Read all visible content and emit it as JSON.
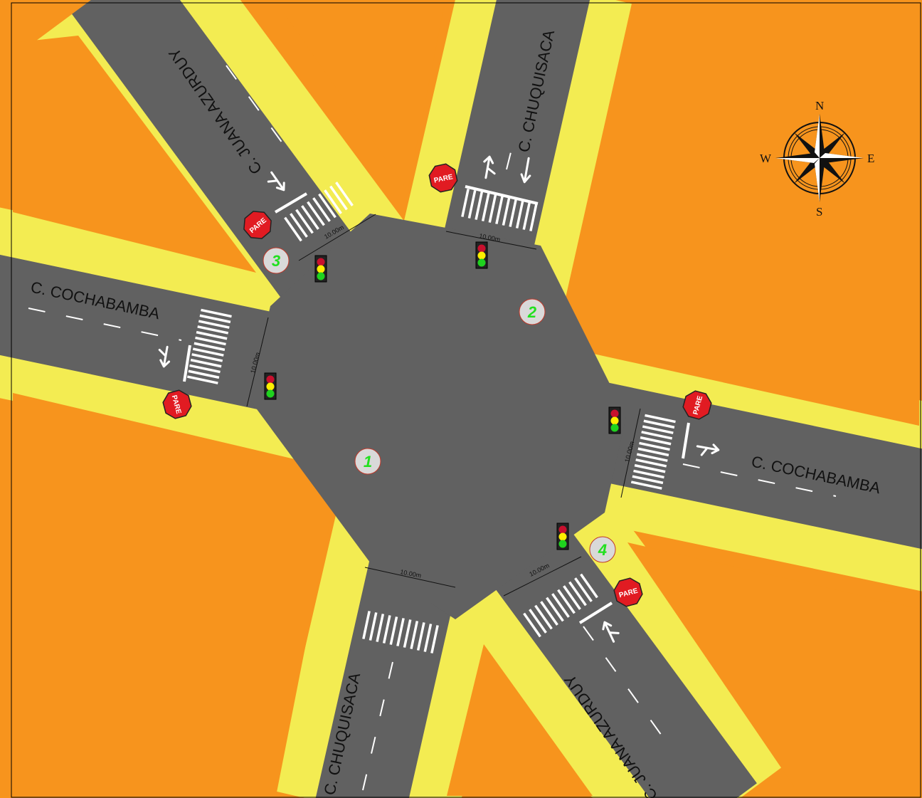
{
  "colors": {
    "block": "#f7941d",
    "sidewalk": "#f3ec52",
    "road": "#616161",
    "marking": "#ffffff",
    "stop_sign": "#e11b22",
    "point_label": "#22e01f",
    "point_fill": "#d9d9d9",
    "point_ring": "#c0392b"
  },
  "streets": {
    "cochabamba_west": "C. COCHABAMBA",
    "cochabamba_east": "C. COCHABAMBA",
    "chuquisaca_north": "C. CHUQUISACA",
    "chuquisaca_south": "C. CHUQUISACA",
    "juana_north": "C. JUANA AZURDUY",
    "juana_south": "C. JUANA AZURDUY"
  },
  "dimensions": [
    "10.00m",
    "10.00m",
    "10.00m",
    "10.00m",
    "10.00m",
    "10.00m"
  ],
  "points": [
    "1",
    "2",
    "3",
    "4"
  ],
  "stop_sign_text": "PARE",
  "compass": {
    "north": "N",
    "south": "S",
    "east": "E",
    "west": "W"
  },
  "traffic_lights": [
    "red",
    "yellow",
    "green"
  ],
  "icons": [
    "compass-rose-icon",
    "stop-sign-icon",
    "traffic-light-icon",
    "turn-arrow-icon",
    "straight-arrow-icon"
  ]
}
